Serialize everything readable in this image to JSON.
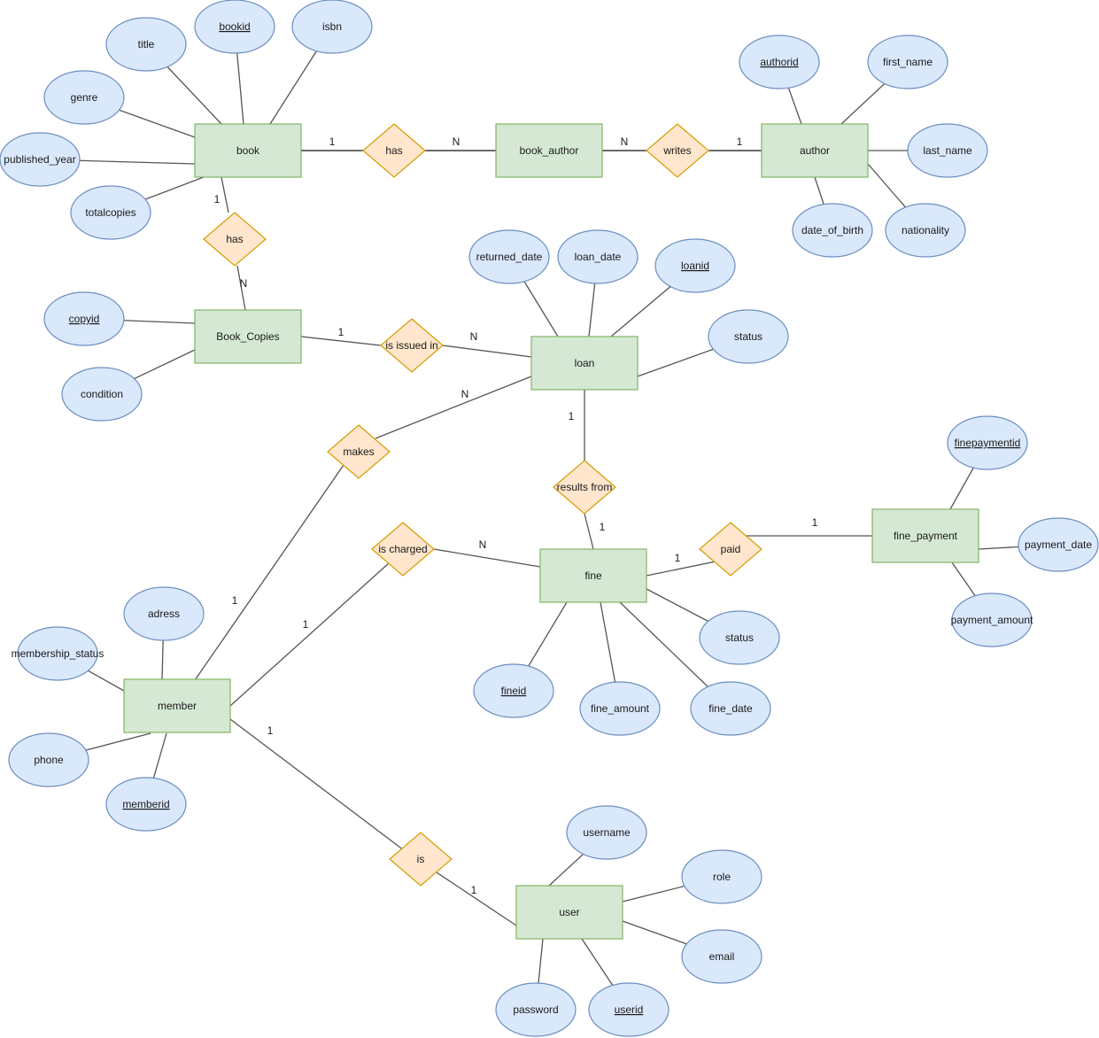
{
  "colors": {
    "entity_fill": "#d5e8d4",
    "entity_stroke": "#82b366",
    "relationship_fill": "#ffe6cc",
    "relationship_stroke": "#d79b00",
    "attribute_fill": "#dae8fc",
    "attribute_stroke": "#6c8ebf"
  },
  "entities": {
    "book": "book",
    "book_author": "book_author",
    "author": "author",
    "book_copies": "Book_Copies",
    "loan": "loan",
    "fine": "fine",
    "fine_payment": "fine_payment",
    "member": "member",
    "user": "user"
  },
  "relationships": {
    "has_author": "has",
    "writes": "writes",
    "has_copies": "has",
    "is_issued_in": "is issued in",
    "makes": "makes",
    "results_from": "results from",
    "is_charged": "is charged",
    "paid": "paid",
    "is": "is"
  },
  "attributes": {
    "book_title": {
      "label": "title",
      "key": false
    },
    "book_bookid": {
      "label": "bookid",
      "key": true
    },
    "book_isbn": {
      "label": "isbn",
      "key": false
    },
    "book_genre": {
      "label": "genre",
      "key": false
    },
    "book_published_year": {
      "label": "published_year",
      "key": false
    },
    "book_totalcopies": {
      "label": "totalcopies",
      "key": false
    },
    "author_authorid": {
      "label": "authorid",
      "key": true
    },
    "author_first_name": {
      "label": "first_name",
      "key": false
    },
    "author_last_name": {
      "label": "last_name",
      "key": false
    },
    "author_date_of_birth": {
      "label": "date_of_birth",
      "key": false
    },
    "author_nationality": {
      "label": "nationality",
      "key": false
    },
    "loan_returned_date": {
      "label": "returned_date",
      "key": false
    },
    "loan_loan_date": {
      "label": "loan_date",
      "key": false
    },
    "loan_loanid": {
      "label": "loanid",
      "key": true
    },
    "loan_status": {
      "label": "status",
      "key": false
    },
    "copies_copyid": {
      "label": "copyid",
      "key": true
    },
    "copies_condition": {
      "label": "condition",
      "key": false
    },
    "fp_finepaymentid": {
      "label": "finepaymentid",
      "key": true
    },
    "fp_payment_date": {
      "label": "payment_date",
      "key": false
    },
    "fp_payment_amount": {
      "label": "payment_amount",
      "key": false
    },
    "fine_status": {
      "label": "status",
      "key": false
    },
    "fine_fineid": {
      "label": "fineid",
      "key": true
    },
    "fine_fine_amount": {
      "label": "fine_amount",
      "key": false
    },
    "fine_fine_date": {
      "label": "fine_date",
      "key": false
    },
    "member_adress": {
      "label": "adress",
      "key": false
    },
    "member_membership_status": {
      "label": "membership_status",
      "key": false
    },
    "member_phone": {
      "label": "phone",
      "key": false
    },
    "member_memberid": {
      "label": "memberid",
      "key": true
    },
    "user_username": {
      "label": "username",
      "key": false
    },
    "user_role": {
      "label": "role",
      "key": false
    },
    "user_email": {
      "label": "email",
      "key": false
    },
    "user_password": {
      "label": "password",
      "key": false
    },
    "user_userid": {
      "label": "userid",
      "key": true
    }
  },
  "cardinalities": [
    "1",
    "N",
    "N",
    "1",
    "1",
    "N",
    "1",
    "N",
    "N",
    "1",
    "1",
    "N",
    "1",
    "1",
    "1",
    "1",
    "1",
    "1"
  ]
}
